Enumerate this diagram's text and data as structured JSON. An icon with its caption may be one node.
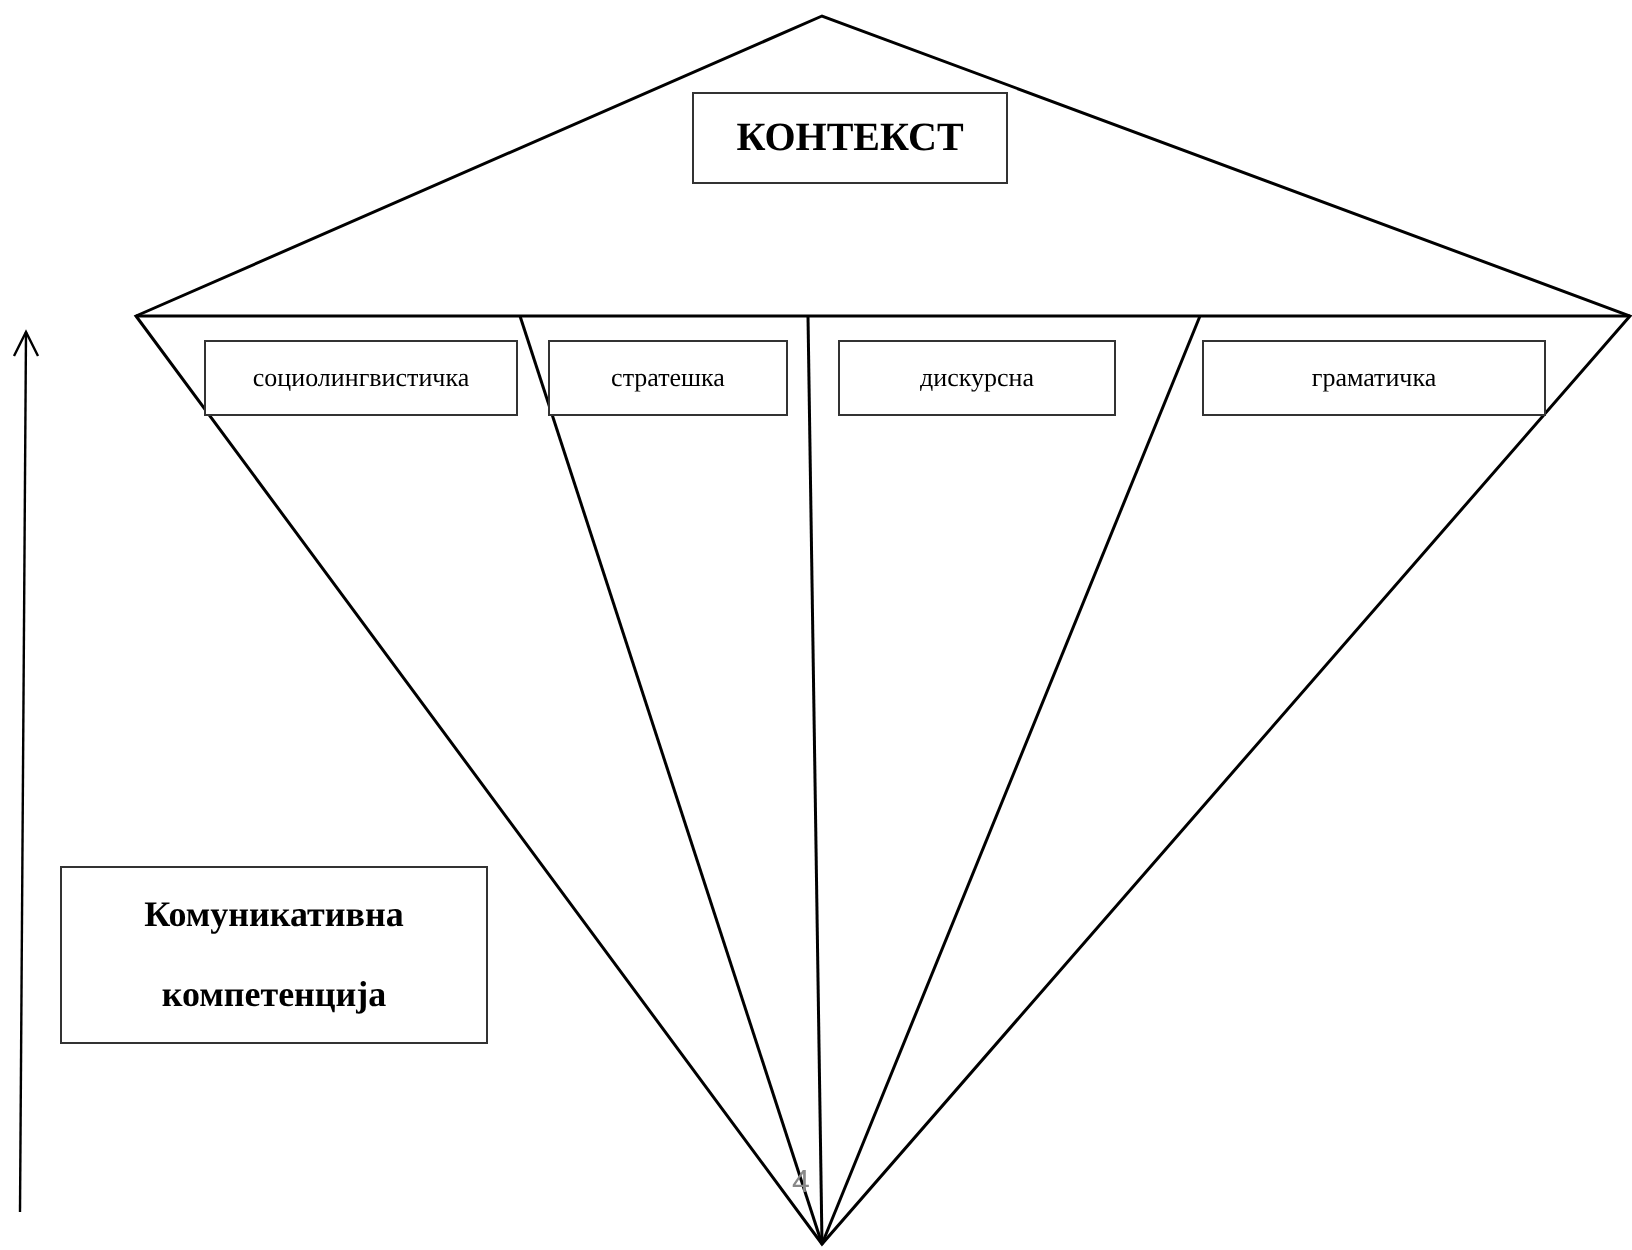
{
  "diagram": {
    "nodes": [
      {
        "text": [
          "КОНТЕКСТ"
        ]
      },
      {
        "text": [
          "социолингвистичка"
        ]
      },
      {
        "text": [
          "стратешка"
        ]
      },
      {
        "text": [
          "дискурсна"
        ]
      },
      {
        "text": [
          "граматичка"
        ]
      },
      {
        "text": [
          "Комуникативна компетенција"
        ]
      }
    ],
    "labels": [
      "4"
    ]
  }
}
